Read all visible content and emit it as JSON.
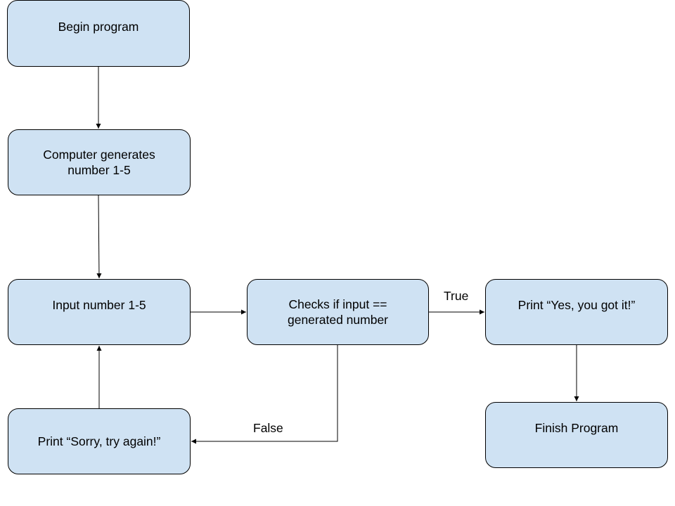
{
  "diagram": {
    "nodes": {
      "begin": "Begin program",
      "generate": "Computer generates\nnumber 1-5",
      "input": "Input number 1-5",
      "check": "Checks if input ==\ngenerated number",
      "yes": "Print “Yes, you got it!”",
      "sorry": "Print “Sorry, try again!”",
      "finish": "Finish Program"
    },
    "edge_labels": {
      "true": "True",
      "false": "False"
    },
    "colors": {
      "node_fill": "#cfe2f3",
      "stroke": "#000000"
    }
  }
}
